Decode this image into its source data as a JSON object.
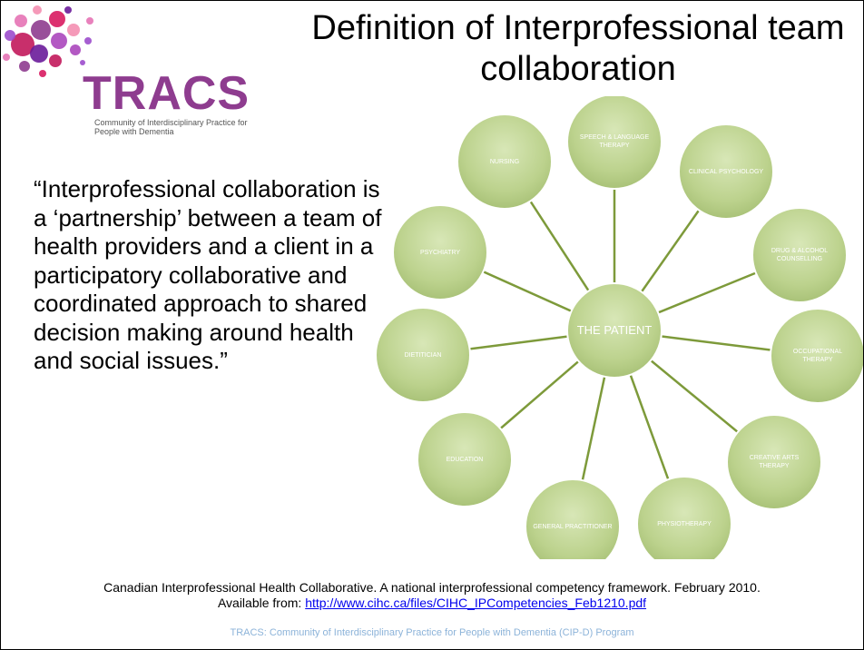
{
  "title": "Definition of Interprofessional team collaboration",
  "logo": {
    "wordmark": "TRACS",
    "tagline": "Community of Interdisciplinary Practice for People with Dementia",
    "brand_color": "#8e3c8f",
    "bubble_colors": [
      "#c2185b",
      "#8e3c8f",
      "#6a1b9a",
      "#d81b60",
      "#ab47bc",
      "#e573b5",
      "#9c4dcc",
      "#f48fb1"
    ]
  },
  "quote": "“Interprofessional collaboration is a ‘partnership’ between a team of health providers and a client in a participatory collaborative and coordinated approach to shared decision making around health and social issues.”",
  "diagram": {
    "center": "THE PATIENT",
    "nodes": [
      "SPEECH & LANGUAGE THERAPY",
      "CLINICAL PSYCHOLOGY",
      "DRUG & ALCOHOL COUNSELLING",
      "OCCUPATIONAL THERAPY",
      "CREATIVE ARTS THERAPY",
      "PHYSIOTHERAPY",
      "GENERAL PRACTITIONER",
      "EDUCATION",
      "DIETITICIAN",
      "PSYCHIATRY",
      "NURSING"
    ],
    "node_color": "#c5d89a",
    "line_color": "#7d9a3a"
  },
  "citation": {
    "text": "Canadian Interprofessional Health Collaborative. A national interprofessional competency framework. February 2010.",
    "available_prefix": "Available from: ",
    "link": "http://www.cihc.ca/files/CIHC_IPCompetencies_Feb1210.pdf"
  },
  "footer": "TRACS: Community of Interdisciplinary Practice for People with Dementia (CIP-D) Program"
}
